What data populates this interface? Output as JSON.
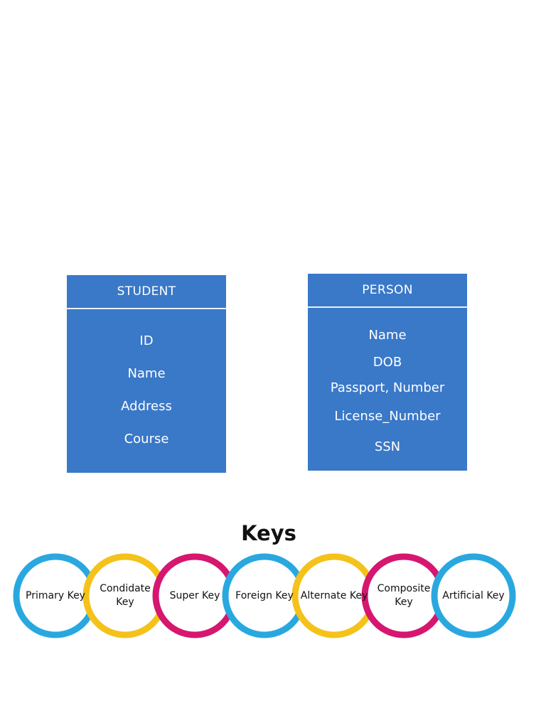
{
  "student": {
    "title": "STUDENT",
    "attributes": [
      "ID",
      "Name",
      "Address",
      "Course"
    ]
  },
  "person": {
    "title": "PERSON",
    "attributes": [
      "Name",
      "DOB",
      "Passport, Number",
      "License_Number",
      "SSN"
    ]
  },
  "keys": {
    "title": "Keys",
    "items": [
      {
        "label": "Primary Key",
        "color": "#29a8e0"
      },
      {
        "label": "Condidate Key",
        "color": "#f4c21a"
      },
      {
        "label": "Super Key",
        "color": "#d6166f"
      },
      {
        "label": "Foreign Key",
        "color": "#29a8e0"
      },
      {
        "label": "Alternate Key",
        "color": "#f4c21a"
      },
      {
        "label": "Composite Key",
        "color": "#d6166f"
      },
      {
        "label": "Artificial Key",
        "color": "#29a8e0"
      }
    ]
  },
  "colors": {
    "table_fill": "#3a78c8",
    "table_text": "#ffffff"
  }
}
